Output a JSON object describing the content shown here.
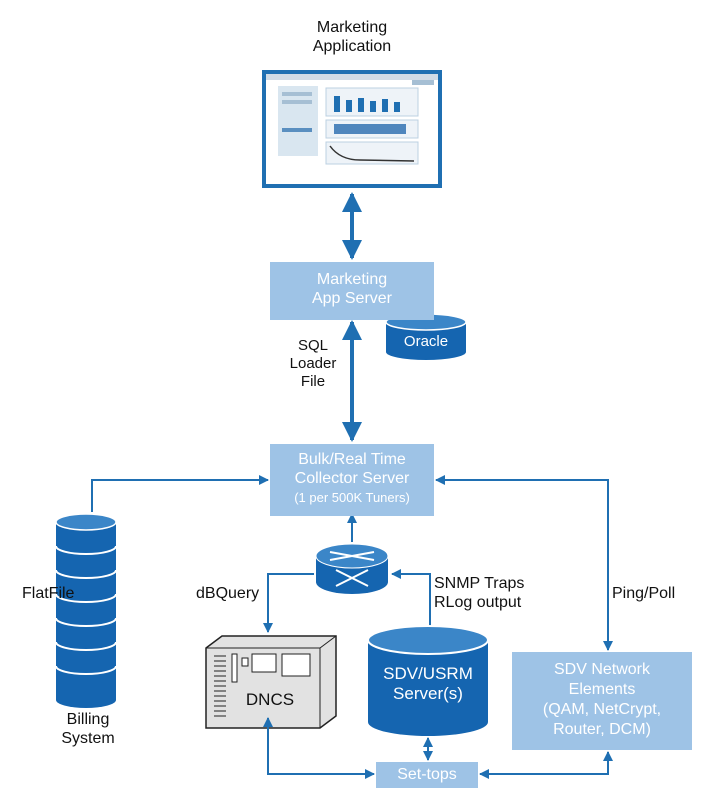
{
  "marketing_app": {
    "line1": "Marketing",
    "line2": "Application"
  },
  "marketing_server": {
    "line1": "Marketing",
    "line2": "App Server"
  },
  "oracle": {
    "label": "Oracle"
  },
  "sql_loader": {
    "line1": "SQL",
    "line2": "Loader",
    "line3": "File"
  },
  "collector": {
    "line1": "Bulk/Real Time",
    "line2": "Collector Server",
    "line3": "(1 per 500K Tuners)"
  },
  "flatfile": {
    "label": "FlatFile"
  },
  "dbquery": {
    "label": "dBQuery"
  },
  "snmp": {
    "line1": "SNMP Traps",
    "line2": "RLog output"
  },
  "pingpoll": {
    "label": "Ping/Poll"
  },
  "billing": {
    "line1": "Billing",
    "line2": "System"
  },
  "dncs": {
    "label": "DNCS"
  },
  "sdv_server": {
    "line1": "SDV/USRM",
    "line2": "Server(s)"
  },
  "sdv_network": {
    "line1": "SDV Network",
    "line2": "Elements",
    "line3": "(QAM, NetCrypt,",
    "line4": "Router, DCM)"
  },
  "settops": {
    "label": "Set-tops"
  },
  "colors": {
    "box": "#9ec3e6",
    "arrow": "#1f6fb2",
    "cylinder": "#1565b0"
  }
}
